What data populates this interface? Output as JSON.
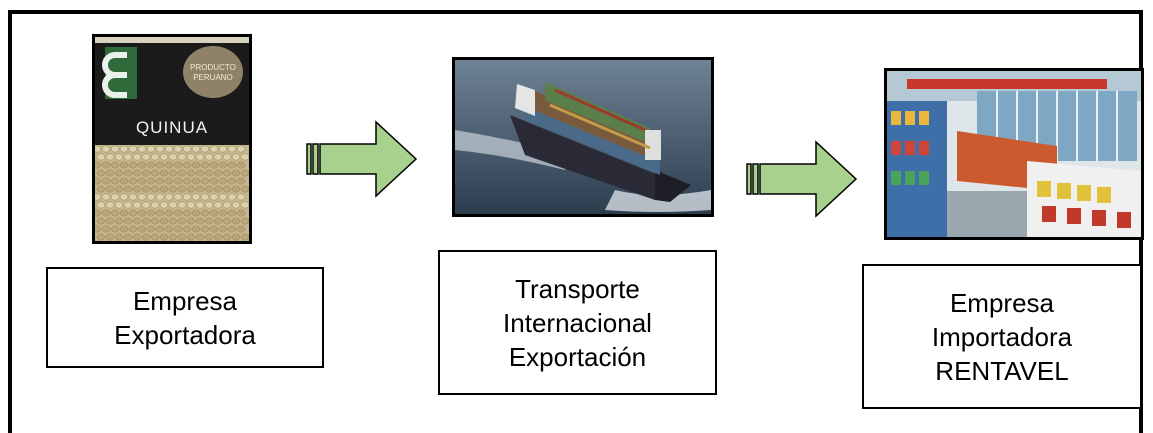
{
  "steps": [
    {
      "image": "quinoa-package",
      "package_badge": "PRODUCTO PERUANO",
      "package_title": "QUINUA",
      "lines": [
        "Empresa",
        "Exportadora"
      ]
    },
    {
      "image": "container-ship",
      "lines": [
        "Transporte",
        "Internacional",
        "Exportación"
      ]
    },
    {
      "image": "grocery-store",
      "lines": [
        "Empresa",
        "Importadora",
        "RENTAVEL"
      ]
    }
  ],
  "colors": {
    "arrow_fill": "#a9d18e",
    "arrow_stroke": "#000000",
    "border": "#000000"
  },
  "icons": [
    "arrow-right-icon",
    "arrow-right-icon"
  ]
}
